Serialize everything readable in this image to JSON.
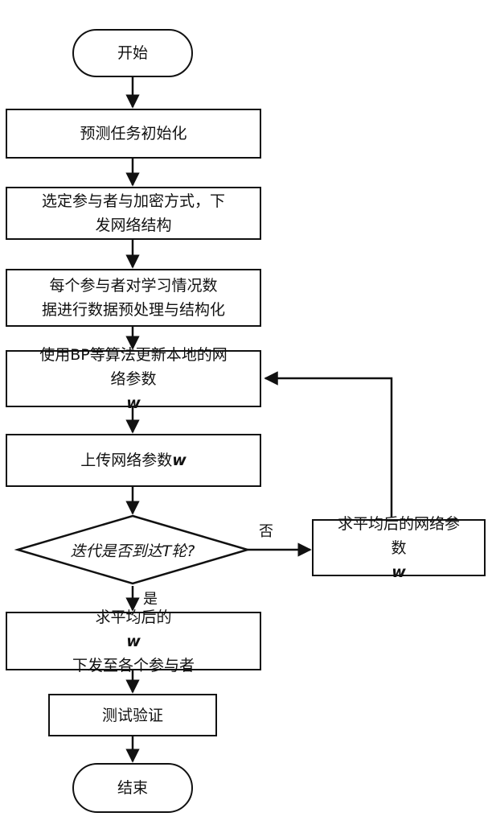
{
  "nodes": {
    "start": "开始",
    "init": "预测任务初始化",
    "select": [
      "选定参与者与加密方式，下",
      "发网络结构"
    ],
    "preprocess": [
      "每个参与者对学习情况数",
      "据进行数据预处理与结构化"
    ],
    "update": {
      "line1": "使用BP等算法更新本地的网",
      "line2_text": "络参数",
      "line2_var": "w"
    },
    "upload": {
      "text": "上传网络参数",
      "var": "w"
    },
    "decision": "迭代是否到达T轮?",
    "avg_side": {
      "line1": "求平均后的网络参",
      "line2_text": "数",
      "line2_var": "w"
    },
    "distribute": {
      "line1_text": "求平均后的",
      "line1_var": "w",
      "line2": "下发至各个参与者"
    },
    "test": "测试验证",
    "end": "结束"
  },
  "edge_labels": {
    "no": "否",
    "yes": "是"
  }
}
